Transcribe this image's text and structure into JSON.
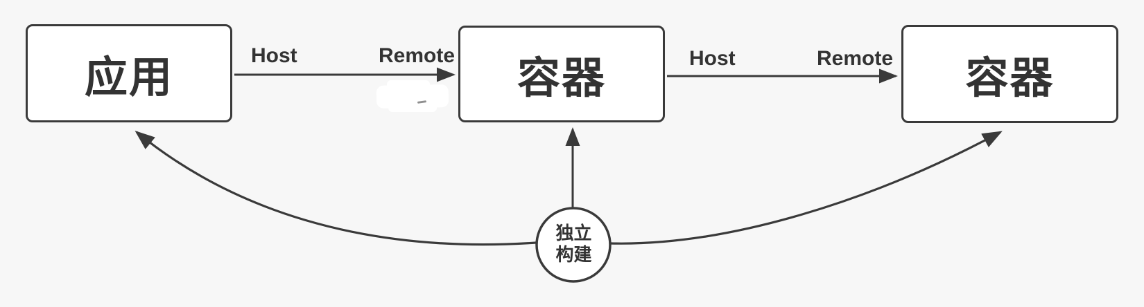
{
  "diagram": {
    "background": "#f7f7f7",
    "stroke_color": "#3a3a3a",
    "node_fill": "#ffffff",
    "text_color": "#333333",
    "nodes": [
      {
        "id": "app",
        "label": "应用"
      },
      {
        "id": "container-mid",
        "label": "容器"
      },
      {
        "id": "container-right",
        "label": "容器"
      }
    ],
    "edges": [
      {
        "from": "app",
        "to": "container-mid",
        "start_label": "Host",
        "end_label": "Remote"
      },
      {
        "from": "container-mid",
        "to": "container-right",
        "start_label": "Host",
        "end_label": "Remote"
      },
      {
        "from": "build-badge",
        "to": "container-mid"
      },
      {
        "from": "build-badge",
        "to": "app"
      },
      {
        "from": "build-badge",
        "to": "container-right"
      }
    ],
    "build_badge": {
      "line1": "独立",
      "line2": "构建"
    }
  }
}
